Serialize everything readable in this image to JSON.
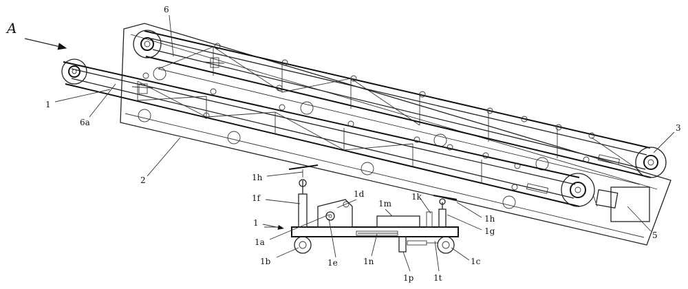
{
  "figure": {
    "view_label": "A",
    "labels": {
      "l1_conveyor": "1",
      "l2": "2",
      "l3": "3",
      "l5": "5",
      "l6": "6",
      "l6a": "6a",
      "l1_cart": "1",
      "l1a": "1a",
      "l1b": "1b",
      "l1c": "1c",
      "l1d": "1d",
      "l1e": "1e",
      "l1f": "1f",
      "l1g": "1g",
      "l1h_left": "1h",
      "l1h_right": "1h",
      "l1k": "1k",
      "l1m": "1m",
      "l1n": "1n",
      "l1p": "1p",
      "l1t": "1t"
    }
  }
}
